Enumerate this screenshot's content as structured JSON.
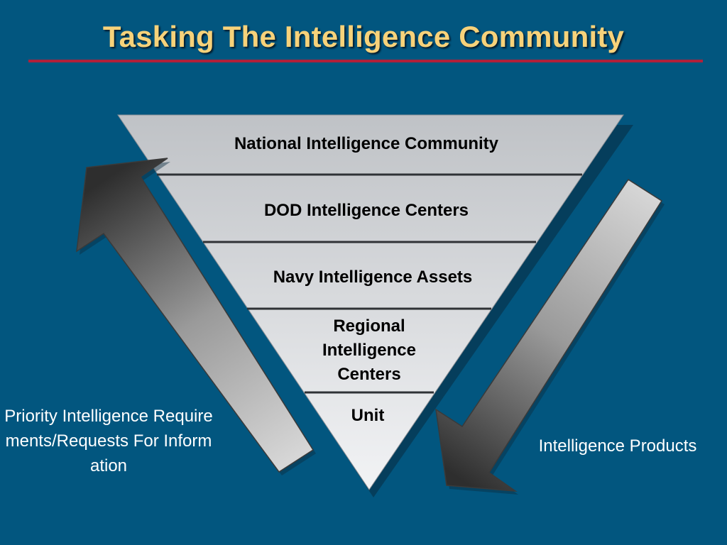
{
  "slide": {
    "title": "Tasking The Intelligence Community",
    "title_color": "#f7d27a",
    "background_color": "#02567f",
    "rule_color": "#b1203a"
  },
  "pyramid": {
    "tiers": [
      {
        "label": "National Intelligence Community"
      },
      {
        "label": "DOD Intelligence Centers"
      },
      {
        "label": "Navy Intelligence Assets"
      },
      {
        "label": "Regional Intelligence Centers"
      },
      {
        "label": "Unit"
      }
    ]
  },
  "left_arrow": {
    "label": "Priority Intelligence Requirements/Requests For Information",
    "direction": "up"
  },
  "right_arrow": {
    "label": "Intelligence Products",
    "direction": "down"
  }
}
